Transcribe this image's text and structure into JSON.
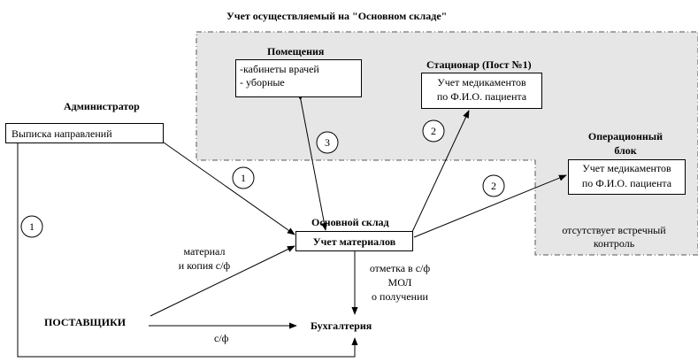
{
  "header": {
    "title": "Учет осуществляемый на \"Основном складе\""
  },
  "premises": {
    "title": "Помещения",
    "items": [
      "-кабинеты врачей",
      "- уборные"
    ]
  },
  "inpatient": {
    "title": "Стационар (Пост №1)",
    "lines": [
      "Учет медикаментов",
      "по Ф.И.О. пациента"
    ]
  },
  "operating": {
    "title_lines": [
      "Операционный",
      "блок"
    ],
    "lines": [
      "Учет медикаментов",
      "по Ф.И.О. пациента"
    ],
    "note_lines": [
      "отсутствует встречный",
      "контроль"
    ]
  },
  "admin": {
    "title": "Администратор",
    "box": "Выписка направлений"
  },
  "warehouse": {
    "title": "Основной склад",
    "box": "Учет материалов"
  },
  "suppliers": {
    "label": "ПОСТАВЩИКИ"
  },
  "accounting": {
    "label": "Бухгалтерия"
  },
  "edges": {
    "material_lines": [
      "материал",
      "и копия с/ф"
    ],
    "invoice": "с/ф",
    "mark_lines": [
      "отметка в с/ф",
      "МОЛ",
      "о получении"
    ]
  },
  "markers": {
    "m1a": "1",
    "m1b": "1",
    "m2a": "2",
    "m2b": "2",
    "m3": "3"
  },
  "colors": {
    "shaded_area": "#e6e6e6",
    "line": "#000000"
  }
}
